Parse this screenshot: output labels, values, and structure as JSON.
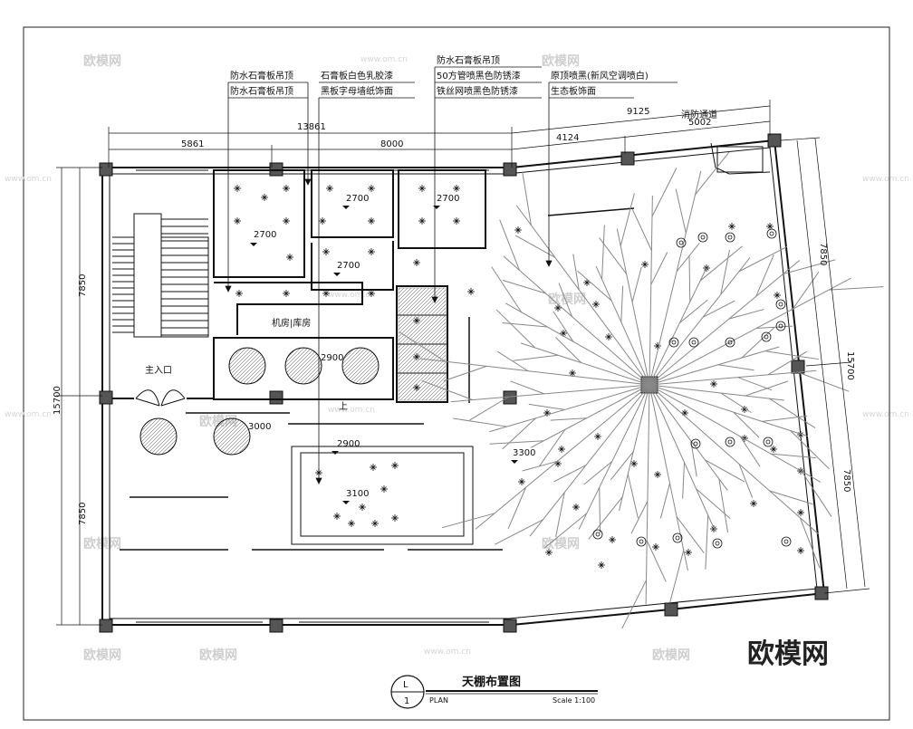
{
  "title": "天棚布置图",
  "plan_label": "PLAN",
  "scale": "Scale 1:100",
  "drawing_ref": {
    "letter": "L",
    "number": "1"
  },
  "brand": "欧模网",
  "watermark": {
    "text": "欧模网",
    "url": "www.om.cn"
  },
  "dimensions": {
    "overall_top": "13861",
    "top_left": "5861",
    "top_mid": "8000",
    "top_right_total": "9125",
    "top_right_a": "4124",
    "top_right_b": "5002",
    "left_upper": "7850",
    "left_total": "15700",
    "left_lower": "7850",
    "right_upper": "7850",
    "right_total": "15700",
    "right_lower": "7850"
  },
  "heights": {
    "h1": "2700",
    "h2": "2700",
    "h3": "2700",
    "h4": "2700",
    "h5": "2900",
    "h6": "3000",
    "h7": "2900",
    "h8": "3100",
    "h9": "3300"
  },
  "rooms": {
    "machine": "机房|库房",
    "entrance": "主入口",
    "fire_exit": "消防通道",
    "up": "上"
  },
  "callouts": {
    "c1_line1": "防水石膏板吊顶",
    "c1_line2": "防水石膏板吊顶",
    "c2_line1": "石膏板白色乳胶漆",
    "c2_line2": "黑板字母墙纸饰面",
    "c3_line1": "防水石膏板吊顶",
    "c3_line2": "50方管喷黑色防锈漆",
    "c3_line3": "铁丝网喷黑色防锈漆",
    "c4_line1": "原顶喷黑(新风空调喷白)",
    "c4_line2": "生态板饰面"
  }
}
